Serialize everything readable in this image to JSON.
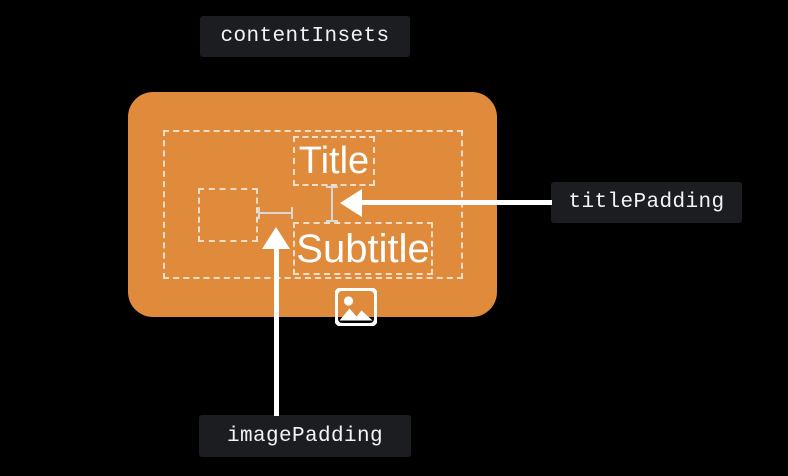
{
  "diagram": {
    "type": "ui-layout-annotation",
    "background_color": "#000000",
    "card": {
      "fill_color": "#e08a3c",
      "corner_radius": "25px",
      "title": "Title",
      "subtitle": "Subtitle",
      "image_icon_name": "photo-placeholder-icon"
    },
    "labels": {
      "content_insets": "contentInsets",
      "title_padding": "titlePadding",
      "image_padding": "imagePadding"
    },
    "label_chip_color": "#1c1d21",
    "label_text_color": "#f2f3f5",
    "guide_color": "rgba(255,255,255,0.72)",
    "dimension_line_color": "#d7d8da",
    "arrow_color": "#ffffff"
  }
}
